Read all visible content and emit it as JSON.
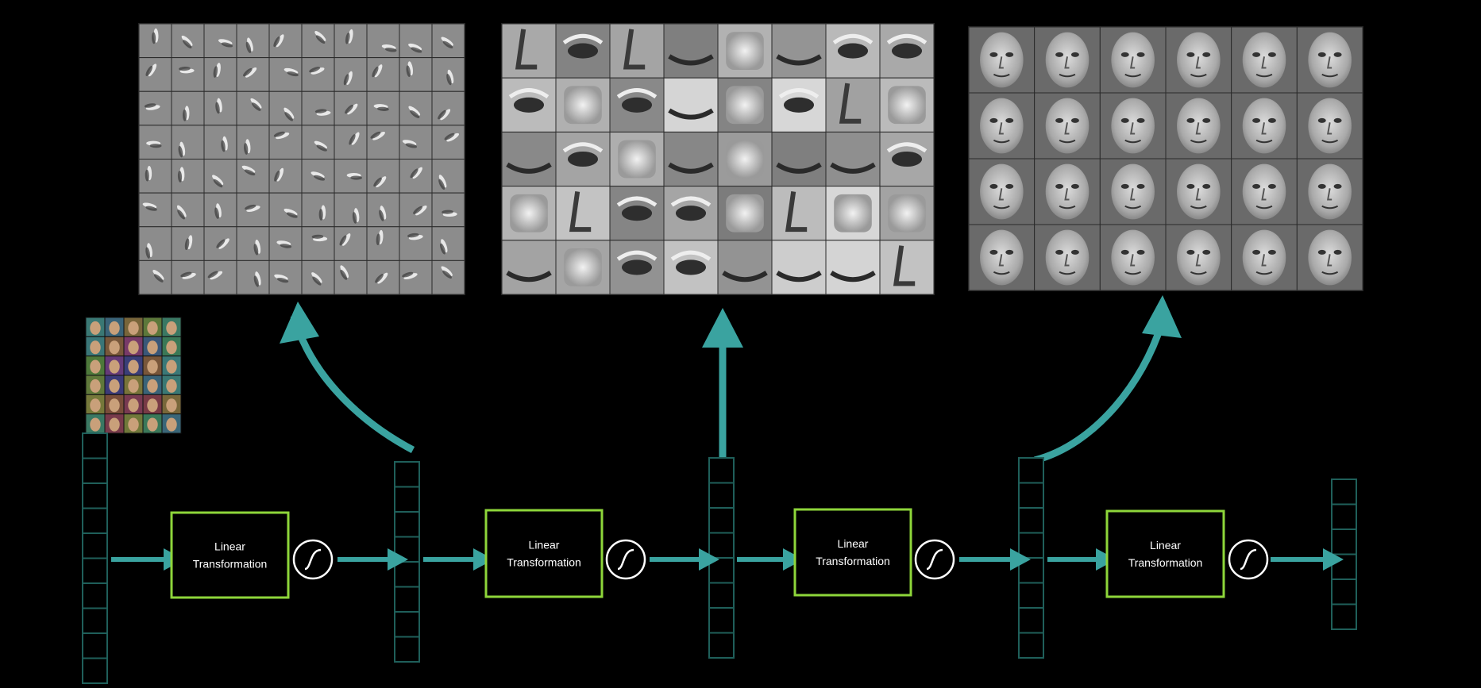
{
  "colors": {
    "background": "#000000",
    "arrow": "#3aa3a0",
    "box_border": "#8ed63a",
    "vector_border": "#1f5f5a",
    "sigmoid": "#ffffff",
    "label": "#ffffff"
  },
  "input_image": {
    "icon": "face-dataset-thumbnail-icon",
    "rows": 6,
    "cols": 5
  },
  "transform_blocks": [
    {
      "label_line1": "Linear",
      "label_line2": "Transformation"
    },
    {
      "label_line1": "Linear",
      "label_line2": "Transformation"
    },
    {
      "label_line1": "Linear",
      "label_line2": "Transformation"
    },
    {
      "label_line1": "Linear",
      "label_line2": "Transformation"
    }
  ],
  "activation_icon": "sigmoid-icon",
  "feature_panels": [
    {
      "name": "edge-features",
      "icon": "edge-filter-grid-icon",
      "rows": 8,
      "cols": 10
    },
    {
      "name": "part-features",
      "icon": "face-part-grid-icon",
      "rows": 5,
      "cols": 8
    },
    {
      "name": "face-features",
      "icon": "whole-face-grid-icon",
      "rows": 4,
      "cols": 6
    }
  ],
  "vectors": [
    {
      "cells": 10
    },
    {
      "cells": 8
    },
    {
      "cells": 8
    },
    {
      "cells": 8
    },
    {
      "cells": 6
    }
  ]
}
